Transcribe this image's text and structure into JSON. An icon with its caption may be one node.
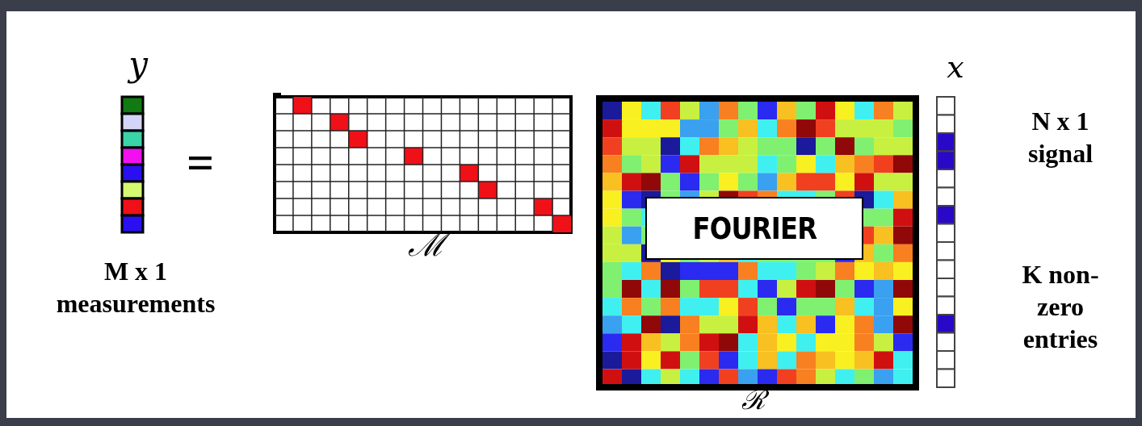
{
  "diagram": {
    "nodes": [
      {
        "text": [
          "FOURIER"
        ]
      }
    ],
    "labels": [
      "y",
      "=",
      "M x 1 measurements",
      "ℳ",
      "ℛ",
      "x",
      "N x 1 signal",
      "K non-zero entries"
    ]
  }
}
